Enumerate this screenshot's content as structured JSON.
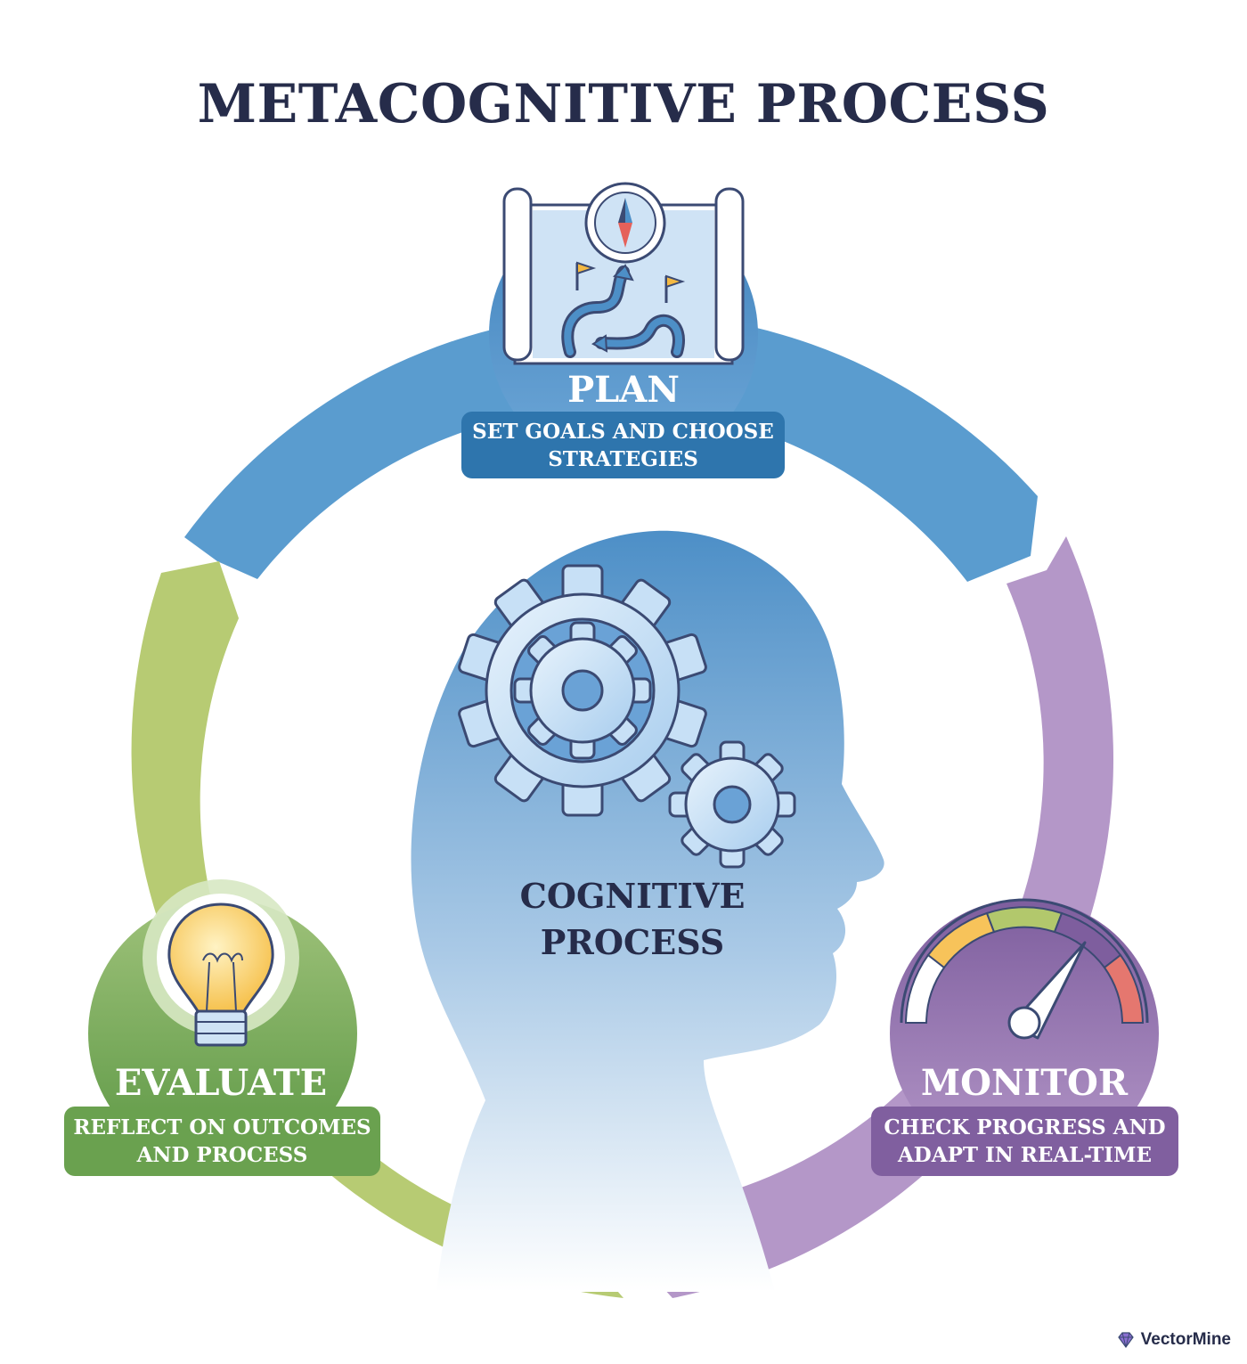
{
  "title": "METACOGNITIVE PROCESS",
  "center": {
    "line1": "COGNITIVE",
    "line2": "PROCESS"
  },
  "stages": {
    "plan": {
      "name": "PLAN",
      "line1": "SET GOALS AND CHOOSE",
      "line2": "STRATEGIES",
      "color": "#5a9ccf",
      "box_color": "#2e75ad"
    },
    "monitor": {
      "name": "MONITOR",
      "line1": "CHECK PROGRESS AND",
      "line2": "ADAPT IN REAL-TIME",
      "color": "#b497c8",
      "box_color": "#805f9f"
    },
    "evaluate": {
      "name": "EVALUATE",
      "line1": "REFLECT ON OUTCOMES",
      "line2": "AND PROCESS",
      "color": "#b7cb73",
      "box_color": "#6aa14f"
    }
  },
  "icons": {
    "plan": "map-compass-icon",
    "monitor": "gauge-icon",
    "evaluate": "lightbulb-icon",
    "center": "head-gears-icon"
  },
  "watermark": {
    "brand": "VectorMine"
  }
}
